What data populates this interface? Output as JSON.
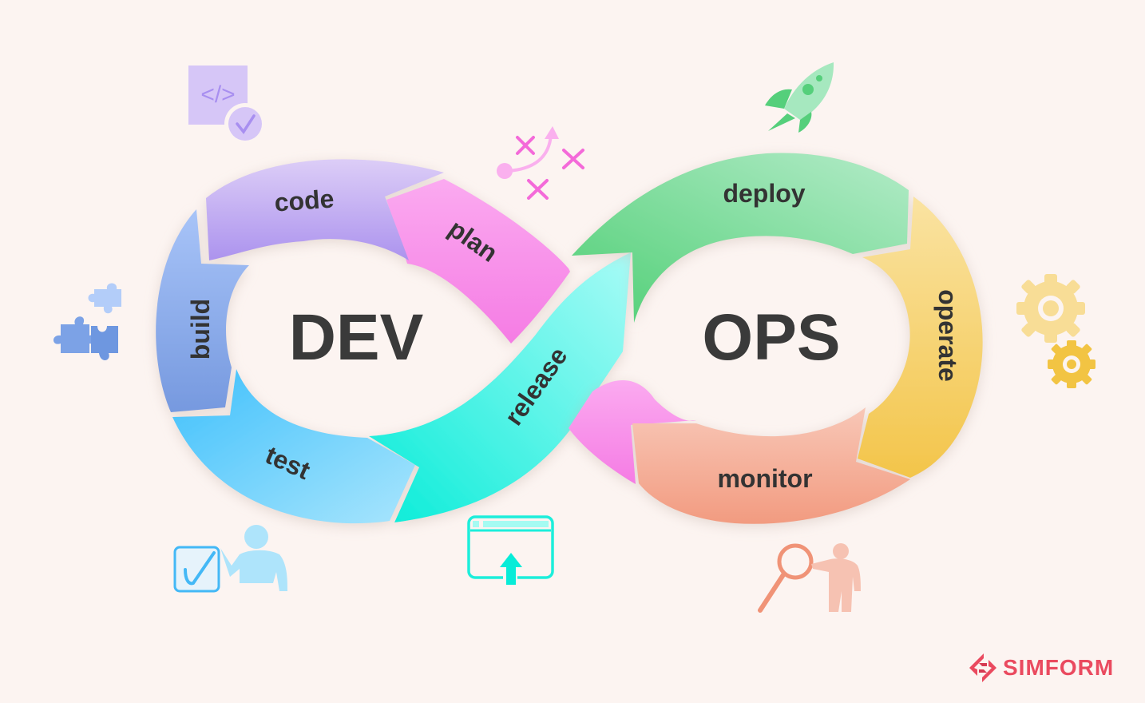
{
  "diagram": {
    "title_left": "DEV",
    "title_right": "OPS",
    "stages": {
      "plan": "plan",
      "code": "code",
      "build": "build",
      "test": "test",
      "release": "release",
      "deploy": "deploy",
      "operate": "operate",
      "monitor": "monitor"
    },
    "colors": {
      "plan": "#fb8fe8",
      "code": "#b9a1f0",
      "build": "#86a8ea",
      "test": "#55c8fb",
      "release": "#3ff0e0",
      "deploy": "#6ed795",
      "operate": "#f5cd60",
      "monitor": "#f3a58f"
    },
    "icons": [
      "code-check-icon",
      "strategy-plan-icon",
      "puzzle-icon",
      "test-checklist-person-icon",
      "browser-upload-icon",
      "rocket-icon",
      "gears-icon",
      "monitor-magnifier-person-icon"
    ]
  },
  "brand": {
    "name": "SIMFORM",
    "color": "#ea4a5f"
  }
}
